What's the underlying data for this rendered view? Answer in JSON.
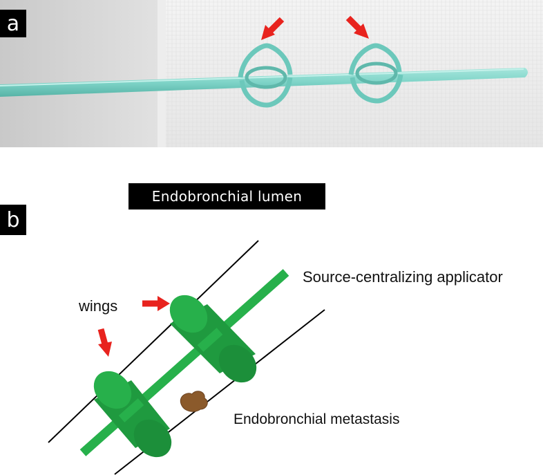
{
  "panels": {
    "a": {
      "label": "a"
    },
    "b": {
      "label": "b"
    }
  },
  "diagram": {
    "lumen_title": "Endobronchial lumen",
    "applicator_label": "Source-centralizing applicator",
    "wings_label": "wings",
    "metastasis_label": "Endobronchial metastasis"
  },
  "colors": {
    "applicator_green": "#27b04b",
    "wing_green_dark": "#1c8f3a",
    "photo_teal": "#7fd4c8",
    "arrow_red": "#e8231e",
    "metastasis_brown": "#8b5a2b"
  }
}
